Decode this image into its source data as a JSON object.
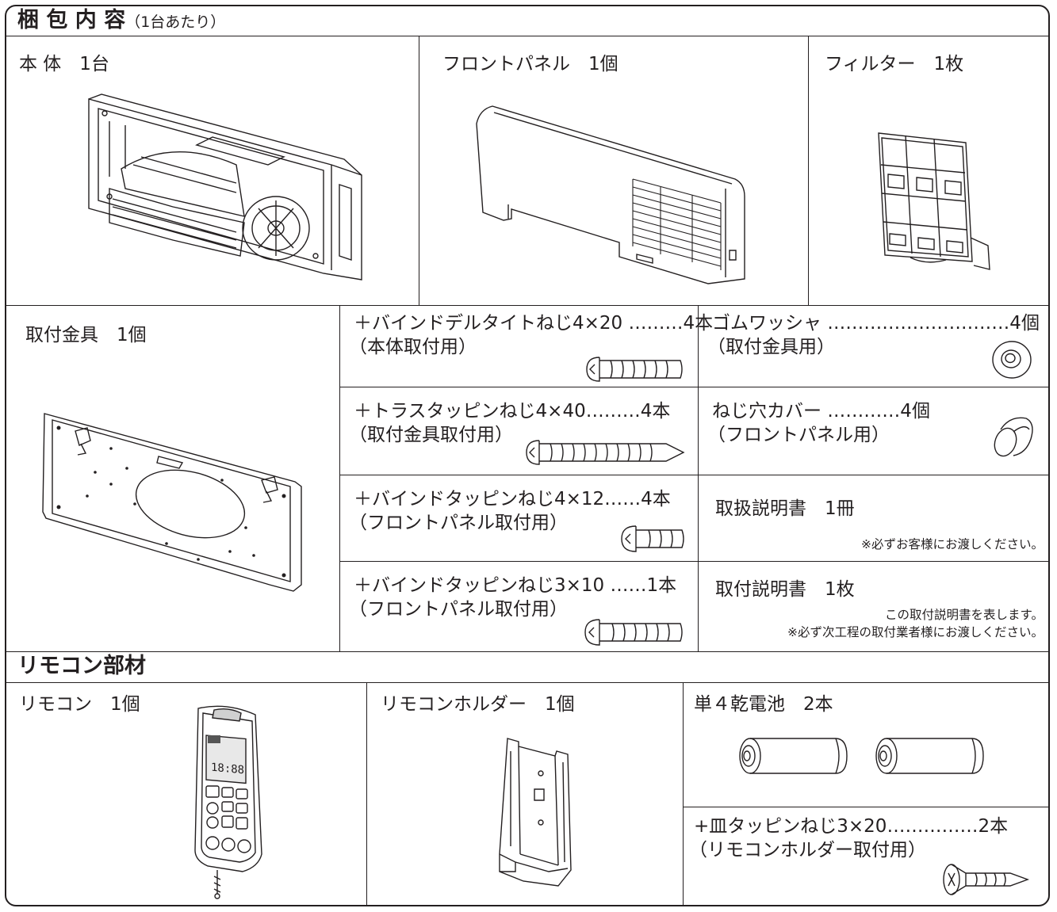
{
  "packing": {
    "title": "梱 包 内 容",
    "subtitle": "（1台あたり）",
    "main_unit": "本 体　1台",
    "front_panel": "フロントパネル　1個",
    "filter": "フィルター　1枚",
    "bracket": "取付金具　1個",
    "screw_a": "＋バインドデルタイトねじ4×20 ………4本",
    "screw_a_note": "（本体取付用）",
    "screw_b": "＋トラスタッピンねじ4×40………4本",
    "screw_b_note": "（取付金具取付用）",
    "screw_c": "＋バインドタッピンねじ4×12……4本",
    "screw_c_note": "（フロントパネル取付用）",
    "screw_d": "＋バインドタッピンねじ3×10 ……1本",
    "screw_d_note": "（フロントパネル取付用）",
    "washer": "ゴムワッシャ …………………………4個",
    "washer_note": "（取付金具用）",
    "cover": "ねじ穴カバー …………4個",
    "cover_note": "（フロントパネル用）",
    "manual": "取扱説明書　1冊",
    "manual_note": "※必ずお客様にお渡しください。",
    "install_manual": "取付説明書　1枚",
    "install_note1": "この取付説明書を表します。",
    "install_note2": "※必ず次工程の取付業者様にお渡しください。"
  },
  "remote_section": {
    "title": "リモコン部材",
    "remote": "リモコン　1個",
    "holder": "リモコンホルダー　1個",
    "battery": "単４乾電池　2本",
    "screw_e": "+皿タッピンねじ3×20……………2本",
    "screw_e_note": "（リモコンホルダー取付用）"
  },
  "icons": [
    "main-unit-illustration",
    "front-panel-illustration",
    "filter-illustration",
    "bracket-illustration",
    "screw-icon",
    "washer-icon",
    "cap-icon",
    "remote-illustration",
    "holder-illustration",
    "battery-icon"
  ]
}
